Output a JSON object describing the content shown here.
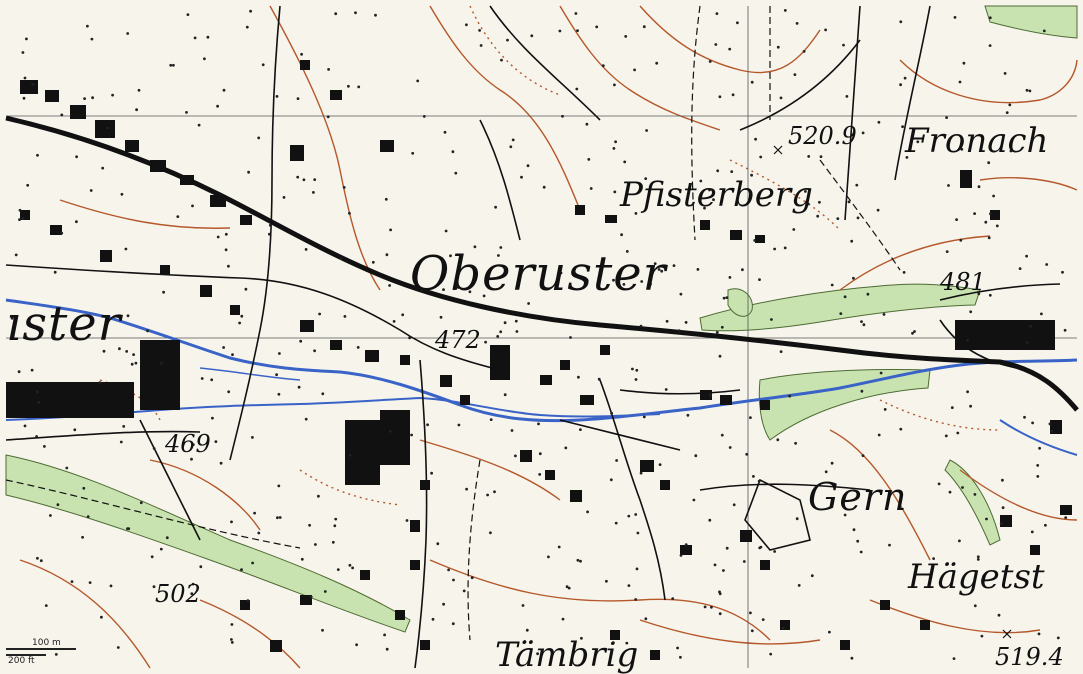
{
  "map": {
    "colors": {
      "background": "#f7f4ec",
      "contour": "#b5582a",
      "water": "#3a63c8",
      "forest": "#c9e3b0",
      "road": "#111111",
      "building": "#111111"
    },
    "labels": {
      "oberuster": "Oberuster",
      "uster_fragment": "ıster",
      "pfisterberg": "Pfisterberg",
      "fronach": "Fronach",
      "gern": "Gern",
      "hagetst": "Hägetst",
      "tambrig": "Tämbrig",
      "elev_520_9": "520.9",
      "elev_481": "481",
      "elev_472": "472",
      "elev_469": "469",
      "elev_502": "502",
      "elev_519_4": "519.4"
    },
    "scale": {
      "meters": "100 m",
      "feet": "200 ft"
    }
  }
}
